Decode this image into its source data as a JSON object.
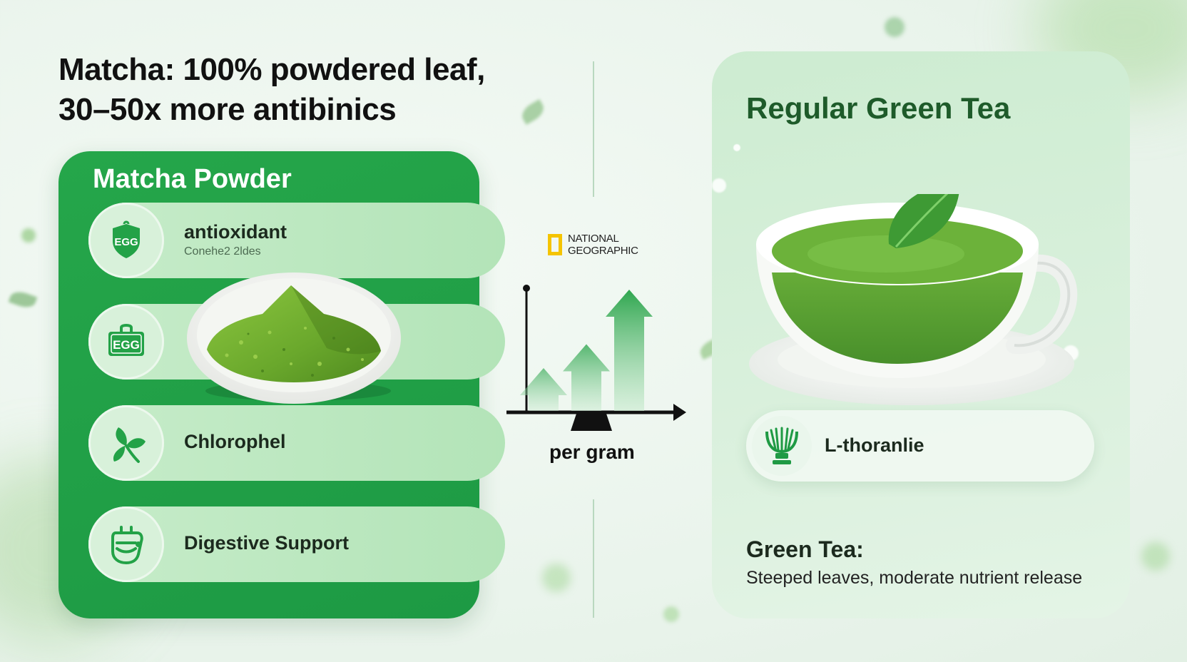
{
  "headline": {
    "line1": "Matcha: 100% powdered leaf,",
    "line2": "30–50x more antibinics"
  },
  "matcha_panel": {
    "title": "Matcha Powder",
    "rows": [
      {
        "label": "antioxidant",
        "sub": "Conehe2 2ldes",
        "icon_text": "EGG",
        "icon": "shield-egg-icon"
      },
      {
        "label": "",
        "sub": "",
        "icon_text": "EGG",
        "icon": "egg-badge-icon"
      },
      {
        "label": "Chlorophel",
        "sub": "",
        "icon_text": "",
        "icon": "leaf-cluster-icon"
      },
      {
        "label": "Digestive Support",
        "sub": "",
        "icon_text": "",
        "icon": "stomach-icon"
      }
    ]
  },
  "center": {
    "logo_line1": "NATIONAL",
    "logo_line2": "GEOGRAPHIC",
    "chart_label": "per gram",
    "arrow_levels": [
      0.25,
      0.55,
      1.0
    ]
  },
  "tea_panel": {
    "title": "Regular Green Tea",
    "theanine_label": "L-thoranlie",
    "summary_title": "Green Tea:",
    "summary_desc": "Steeped leaves, moderate nutrient release"
  },
  "colors": {
    "matcha_green": "#22a348",
    "row_green": "#bfe9c3",
    "tea_title": "#1e5b2a",
    "logo_yellow": "#f5c400"
  }
}
